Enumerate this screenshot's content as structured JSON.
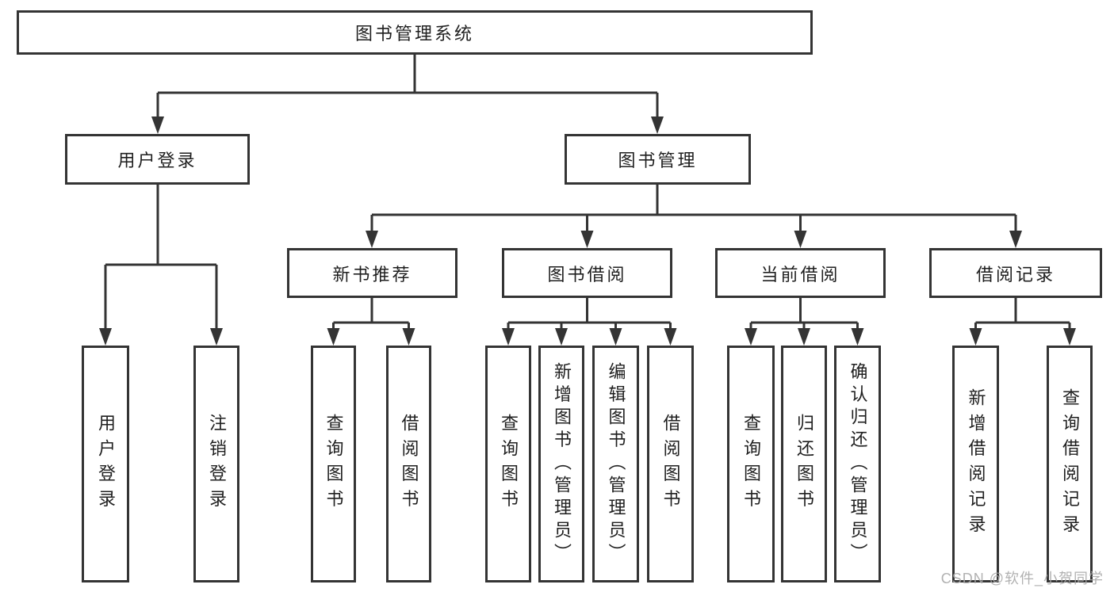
{
  "diagram": {
    "title": "图书管理系统",
    "root": {
      "label": "图书管理系统"
    },
    "level2": [
      {
        "label": "用户登录"
      },
      {
        "label": "图书管理"
      }
    ],
    "level3": [
      {
        "label": "新书推荐"
      },
      {
        "label": "图书借阅"
      },
      {
        "label": "当前借阅"
      },
      {
        "label": "借阅记录"
      }
    ],
    "leaves": [
      {
        "label": "用户登录",
        "parent": "用户登录"
      },
      {
        "label": "注销登录",
        "parent": "用户登录"
      },
      {
        "label": "查询图书",
        "parent": "新书推荐"
      },
      {
        "label": "借阅图书",
        "parent": "新书推荐"
      },
      {
        "label": "查询图书",
        "parent": "图书借阅"
      },
      {
        "label": "新增图书（管理员）",
        "parent": "图书借阅"
      },
      {
        "label": "编辑图书（管理员）",
        "parent": "图书借阅"
      },
      {
        "label": "借阅图书",
        "parent": "图书借阅"
      },
      {
        "label": "查询图书",
        "parent": "当前借阅"
      },
      {
        "label": "归还图书",
        "parent": "当前借阅"
      },
      {
        "label": "确认归还（管理员）",
        "parent": "当前借阅"
      },
      {
        "label": "新增借阅记录",
        "parent": "借阅记录"
      },
      {
        "label": "查询借阅记录",
        "parent": "借阅记录"
      }
    ]
  },
  "watermark": {
    "text": "CSDN @软件_小贺同学"
  },
  "colors": {
    "line": "#343434",
    "text": "#1f1f1f",
    "background": "#ffffff",
    "watermark": "#a9a9a9"
  }
}
